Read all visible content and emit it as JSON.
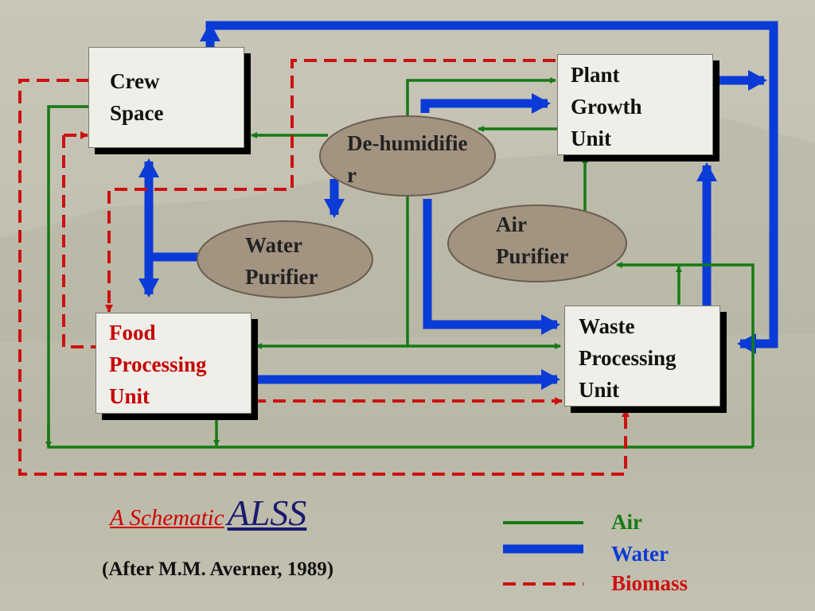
{
  "boxes": {
    "crew": "Crew Space",
    "plant": "Plant Growth Unit",
    "food": "Food Processing Unit",
    "waste": "Waste Processing Unit"
  },
  "ovals": {
    "dehumidifier": "De-humidifier",
    "water_purifier": "Water Purifier",
    "air_purifier": "Air Purifier"
  },
  "title": {
    "prefix": "A Schematic",
    "main": "ALSS"
  },
  "citation": "(After M.M. Averner, 1989)",
  "legend": {
    "air": "Air",
    "water": "Water",
    "biomass": "Biomass"
  },
  "colors": {
    "air": "#157a15",
    "water": "#0b3bd6",
    "biomass": "#cc1111",
    "food_text": "#c60000",
    "oval_fill": "#a39381"
  }
}
